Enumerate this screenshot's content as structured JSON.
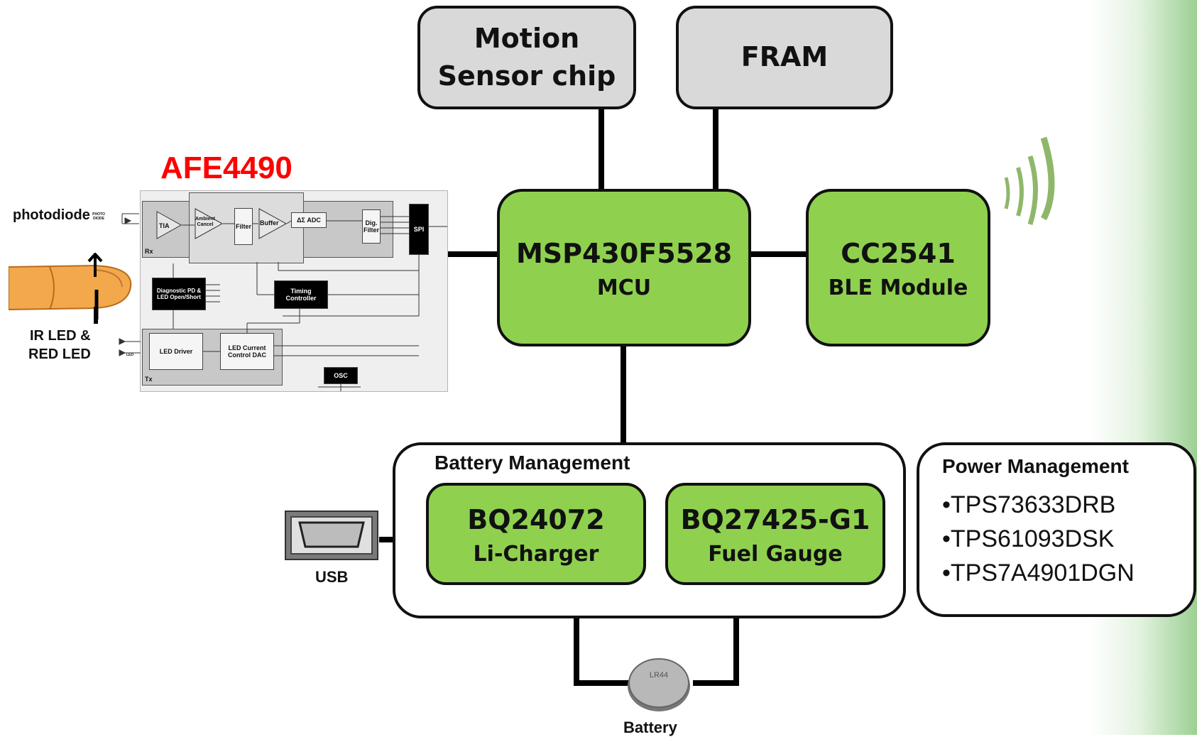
{
  "motion": {
    "line1": "Motion",
    "line2": "Sensor chip"
  },
  "fram": {
    "label": "FRAM"
  },
  "afe": {
    "title": "AFE4490",
    "blocks": {
      "tia": "TIA",
      "ambient": "Ambient Cancel",
      "filter": "Filter",
      "buffer": "Buffer",
      "adc": "ΔΣ ADC",
      "dig_filter": "Dig. Filter",
      "spi": "SPI",
      "diagnostic": "Diagnostic PD & LED Open/Short",
      "timing": "Timing Controller",
      "led_driver": "LED Driver",
      "led_dac": "LED Current Control DAC",
      "osc": "OSC",
      "rx": "Rx",
      "tx": "Tx",
      "photo_diode": "PHOTO DIODE",
      "led": "LED"
    }
  },
  "sensor_labels": {
    "photodiode": "photodiode",
    "ir_led_line1": "IR LED &",
    "ir_led_line2": "RED LED"
  },
  "mcu": {
    "name": "MSP430F5528",
    "sub": "MCU"
  },
  "ble": {
    "name": "CC2541",
    "sub": "BLE Module"
  },
  "battery_mgmt": {
    "title": "Battery Management",
    "charger": {
      "name": "BQ24072",
      "sub": "Li-Charger"
    },
    "gauge": {
      "name": "BQ27425-G1",
      "sub": "Fuel Gauge"
    }
  },
  "power_mgmt": {
    "title": "Power Management",
    "items": [
      "•TPS73633DRB",
      "•TPS61093DSK",
      "•TPS7A4901DGN"
    ]
  },
  "usb": {
    "label": "USB"
  },
  "battery": {
    "label": "Battery",
    "coin_text": "LR44"
  },
  "colors": {
    "green_block": "#8fd14f",
    "gray_block": "#d9d9d9",
    "afe_title": "#ff0000",
    "wireless": "#8fb76a"
  }
}
